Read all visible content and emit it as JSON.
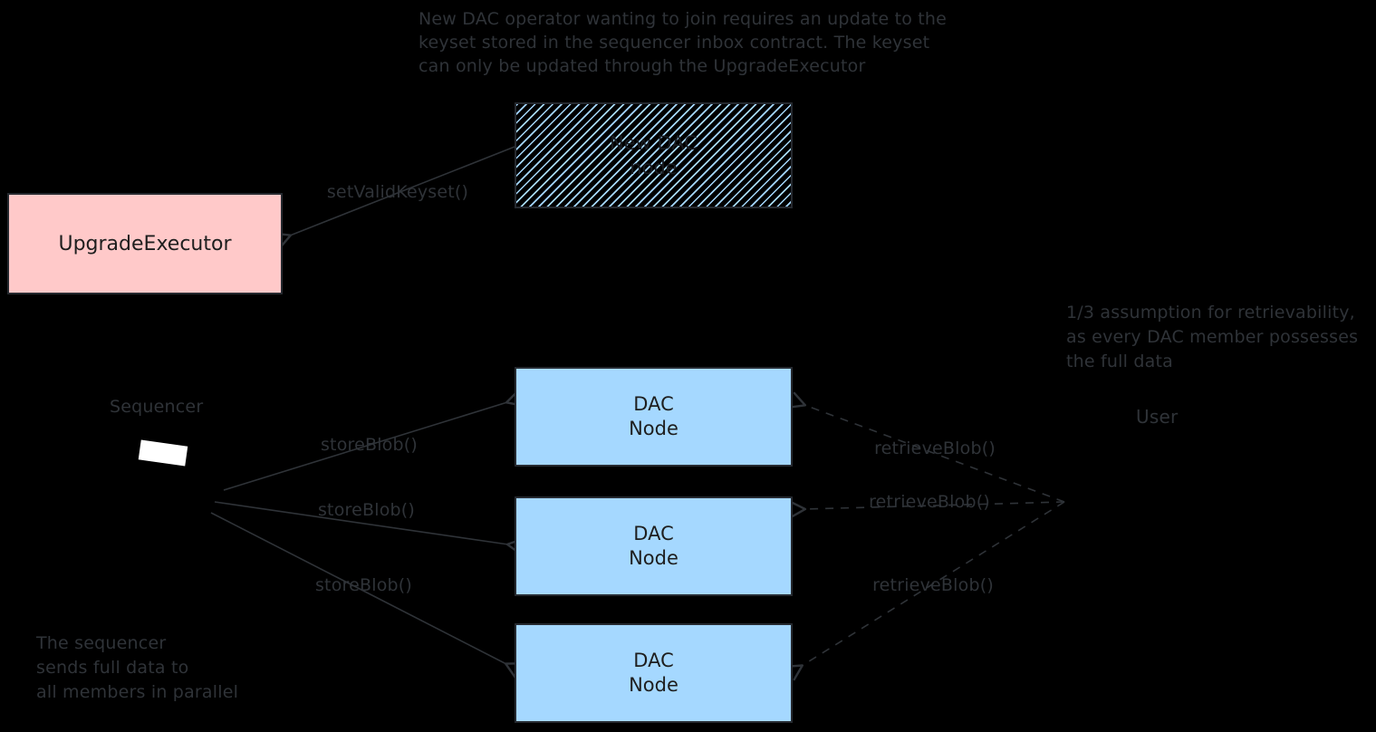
{
  "canvas": {
    "background": "#000000",
    "ink_color": "#2f3338",
    "box_text_color": "#1e1e1e",
    "blue_fill": "#a5d8ff",
    "pink_fill": "#ffc9c9",
    "white_shape_fill": "#ffffff"
  },
  "notes": {
    "keyset_note": {
      "lines": [
        "New DAC operator wanting to join requires an update to the",
        "keyset stored in the sequencer inbox contract. The keyset",
        "can only be updated through the UpgradeExecutor"
      ]
    },
    "assumption_note": {
      "lines": [
        "1/3 assumption for retrievability,",
        "as every DAC member possesses",
        "the full data"
      ]
    },
    "parallel_note": {
      "lines": [
        "The sequencer",
        "sends full data to",
        "all members in parallel"
      ]
    }
  },
  "nodes": {
    "new_dac_node": {
      "lines": [
        "New DAC",
        "node"
      ]
    },
    "upgrade_executor": {
      "label": "UpgradeExecutor"
    },
    "dac_nodes": [
      {
        "lines": [
          "DAC",
          "Node"
        ]
      },
      {
        "lines": [
          "DAC",
          "Node"
        ]
      },
      {
        "lines": [
          "DAC",
          "Node"
        ]
      }
    ],
    "sequencer": {
      "label": "Sequencer"
    },
    "user": {
      "label": "User"
    }
  },
  "edge_labels": {
    "set_valid_keyset": "setValidKeyset()",
    "store_blob": [
      "storeBlob()",
      "storeBlob()",
      "storeBlob()"
    ],
    "retrieve_blob": [
      "retrieveBlob()",
      "retrieveBlob()",
      "retrieveBlob()"
    ]
  }
}
